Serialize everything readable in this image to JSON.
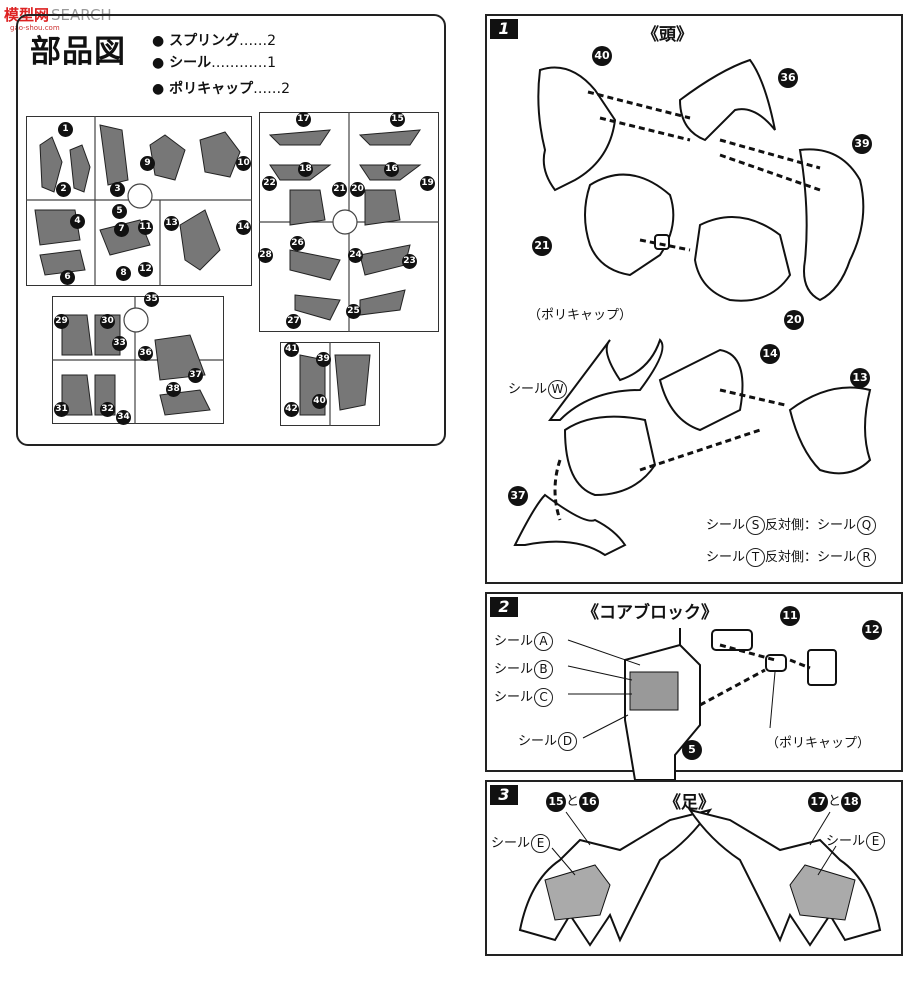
{
  "watermark": {
    "brand": "模型网",
    "search": "SEARCH",
    "url": "gao-shou.com"
  },
  "parts": {
    "title": "部品図",
    "items": [
      {
        "name": "スプリング",
        "dots": "……",
        "qty": "2"
      },
      {
        "name": "シール",
        "dots": "…………",
        "qty": "1"
      },
      {
        "name": "ポリキャップ",
        "dots": "……",
        "qty": "2"
      }
    ],
    "frame1_nums": [
      "1",
      "2",
      "3",
      "4",
      "5",
      "6",
      "7",
      "8",
      "9",
      "10",
      "11",
      "12",
      "13",
      "14"
    ],
    "frame2_nums": [
      "15",
      "16",
      "17",
      "18",
      "19",
      "20",
      "21",
      "22",
      "23",
      "24",
      "25",
      "26",
      "27",
      "28"
    ],
    "frame3_nums": [
      "29",
      "30",
      "31",
      "32",
      "33",
      "34",
      "35",
      "36",
      "37",
      "38"
    ],
    "frame4_nums": [
      "39",
      "40",
      "41",
      "42"
    ]
  },
  "step1": {
    "number": "1",
    "title": "《頭》",
    "parts": [
      "40",
      "36",
      "39",
      "21",
      "20",
      "14",
      "13",
      "37"
    ],
    "polycap": "（ポリキャップ）",
    "seal_w": "シール",
    "seal_w_letter": "W",
    "seal_s": "シール",
    "seal_s_letter": "S",
    "seal_s_opp": "反対側：シール",
    "seal_q_letter": "Q",
    "seal_t": "シール",
    "seal_t_letter": "T",
    "seal_t_opp": "反対側：シール",
    "seal_r_letter": "R"
  },
  "step2": {
    "number": "2",
    "title": "《コアブロック》",
    "seal": "シール",
    "seal_letters": [
      "A",
      "B",
      "C",
      "D"
    ],
    "parts": [
      "11",
      "12",
      "5"
    ],
    "polycap": "（ポリキャップ）"
  },
  "step3": {
    "number": "3",
    "title": "《足》",
    "left_parts": [
      "15",
      "16"
    ],
    "right_parts": [
      "17",
      "18"
    ],
    "and": "と",
    "seal": "シール",
    "seal_letter": "E"
  },
  "colors": {
    "ink": "#111111",
    "frame": "#222222",
    "watermark": "#dd2222"
  }
}
